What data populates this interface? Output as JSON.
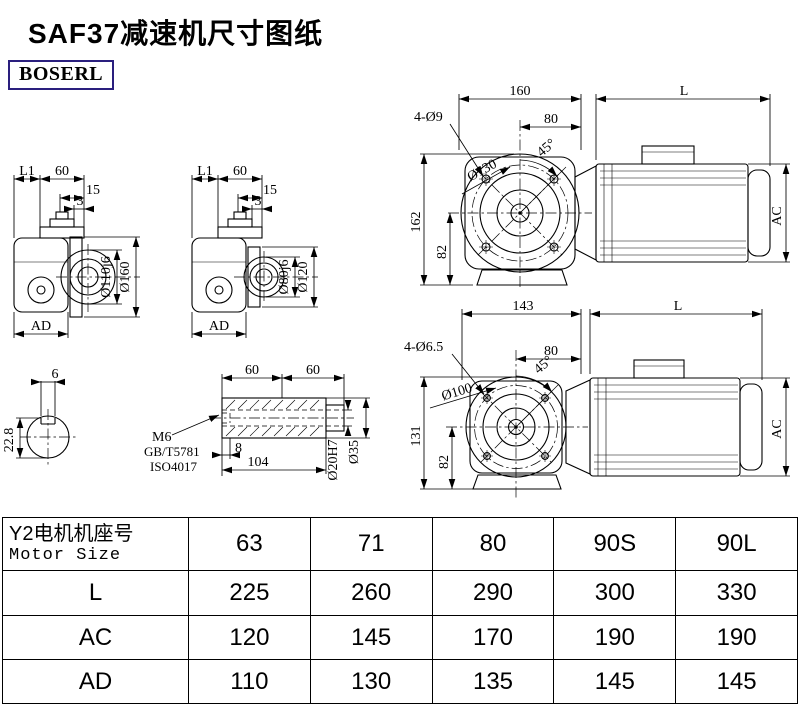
{
  "header": {
    "title": "SAF37减速机尺寸图纸",
    "brand": "BOSERL"
  },
  "colors": {
    "brand_border": "#2a1f7e",
    "line": "#000000"
  },
  "drawings": {
    "flange_view_large": {
      "dim_width": "160",
      "dim_motor": "L",
      "holes": "4-Ø9",
      "dim_half": "80",
      "angle": "45°",
      "bolt_circle": "Ø130",
      "dim_height": "162",
      "dim_base": "82",
      "dim_motor_dia": "AC"
    },
    "flange_view_small": {
      "dim_width": "143",
      "dim_motor": "L",
      "holes": "4-Ø6.5",
      "dim_half": "80",
      "angle": "45°",
      "bolt_circle": "Ø100",
      "dim_height": "131",
      "dim_base": "82",
      "dim_motor_dia": "AC"
    },
    "side_view_large": {
      "dim_l1": "L1",
      "dim_60": "60",
      "dim_15": "15",
      "dim_3": "3",
      "spigot": "Ø110j6",
      "flange_od": "Ø160",
      "dim_ad": "AD"
    },
    "side_view_small": {
      "dim_l1": "L1",
      "dim_60": "60",
      "dim_15": "15",
      "dim_3": "3",
      "spigot": "Ø80j6",
      "flange_od": "Ø120",
      "dim_ad": "AD"
    },
    "shaft_section": {
      "key_width": "6",
      "key_height": "22.8"
    },
    "shaft_detail": {
      "dim_60a": "60",
      "dim_60b": "60",
      "thread": "M6",
      "standard_gb": "GB/T5781",
      "standard_iso": "ISO4017",
      "dim_8": "8",
      "dim_104": "104",
      "bore": "Ø20H7",
      "od": "Ø35"
    }
  },
  "table": {
    "header_cn": "Y2电机机座号",
    "header_en": "Motor Size",
    "columns": [
      "63",
      "71",
      "80",
      "90S",
      "90L"
    ],
    "rows": [
      {
        "label": "L",
        "values": [
          "225",
          "260",
          "290",
          "300",
          "330"
        ]
      },
      {
        "label": "AC",
        "values": [
          "120",
          "145",
          "170",
          "190",
          "190"
        ]
      },
      {
        "label": "AD",
        "values": [
          "110",
          "130",
          "135",
          "145",
          "145"
        ]
      }
    ]
  }
}
